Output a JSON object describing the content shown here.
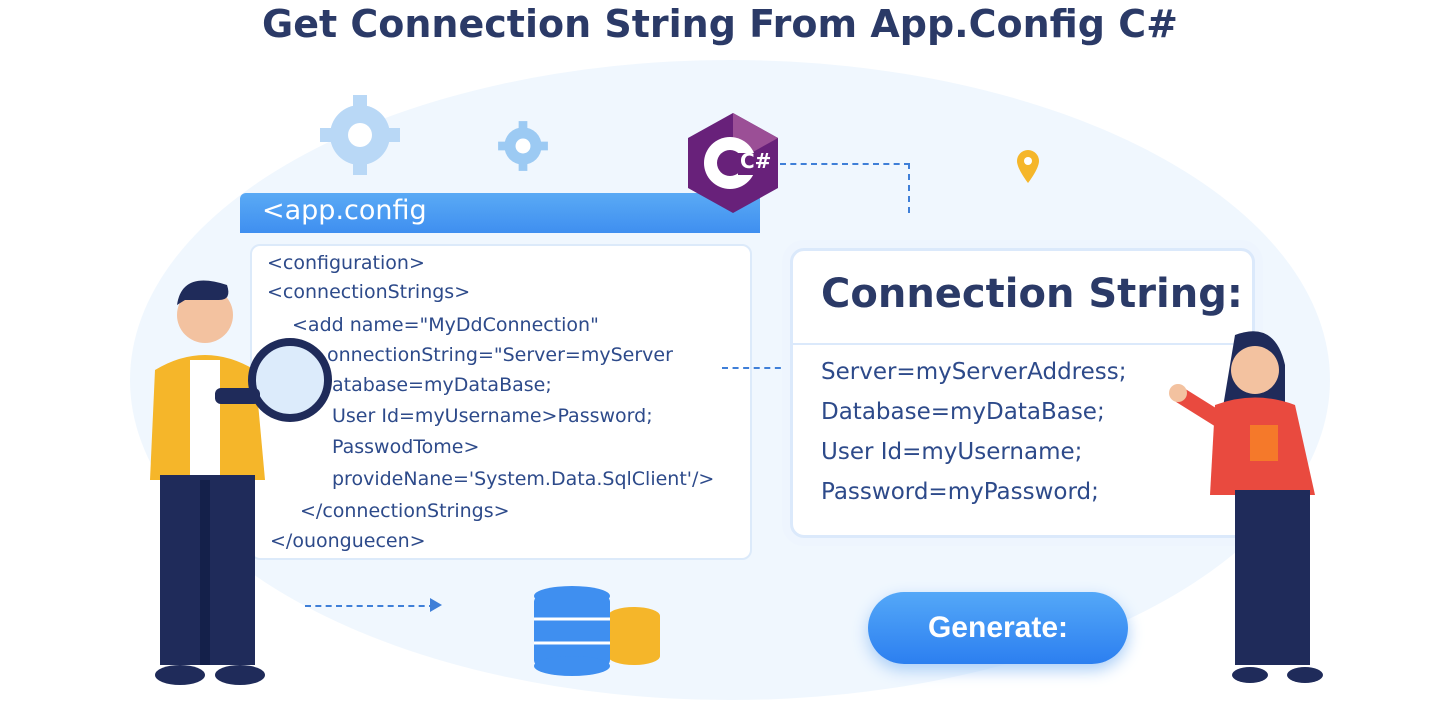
{
  "title": "Get Connection String From App.Config C#",
  "config_panel": {
    "header": "<app.config",
    "lines": [
      "<configuration>",
      "<connectionStrings>",
      "<add name=\"MyDdConnection\"",
      "onnectionString=\"Server=myServer",
      "atabase=myDataBase;",
      "User Id=myUsername>Password;",
      "PasswodTome>",
      "provideNane='System.Data.SqlClient'/>",
      "</connectionStrings>",
      "</ouonguecen>"
    ]
  },
  "csharp_logo": "C#",
  "connection_panel": {
    "title": "Connection String:",
    "lines": [
      "Server=myServerAddress;",
      "Database=myDataBase;",
      "User Id=myUsername;",
      "Password=myPassword;"
    ]
  },
  "generate_label": "Generate:",
  "colors": {
    "accent": "#3f8ff0",
    "title": "#2b3a67",
    "code": "#2d4a8a",
    "csharp": "#68217a"
  }
}
